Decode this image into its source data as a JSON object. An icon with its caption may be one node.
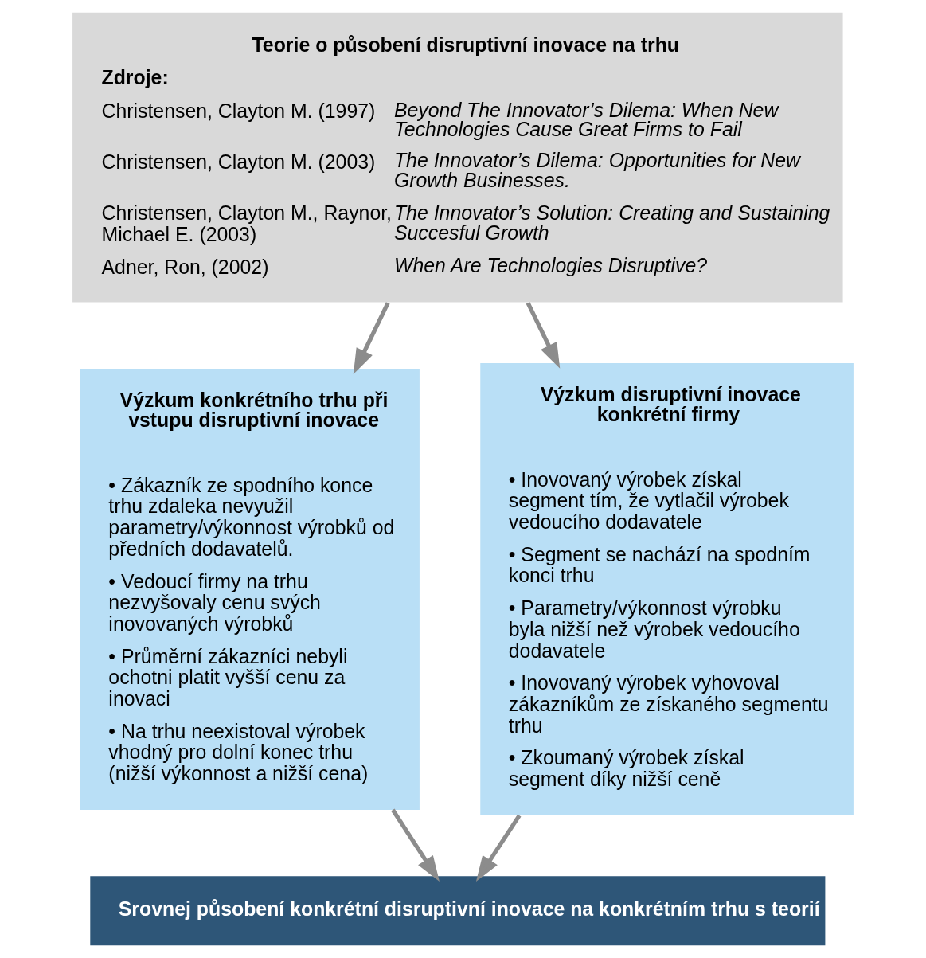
{
  "diagram": {
    "nodes": [
      {
        "text": [
          "Teorie o působení disruptivní inovace na trhu",
          "Zdroje:",
          "Christensen, Clayton M. (1997)",
          "Beyond The Innovator’s Dilema: When New Technologies Cause Great Firms to Fail",
          "Christensen, Clayton M. (2003)",
          "The Innovator’s Dilema: Opportunities for New Growth Businesses.",
          "Christensen, Clayton M., Raynor, Michael E. (2003)",
          "The Innovator’s Solution: Creating and Sustaining Succesful Growth",
          "Adner, Ron, (2002)",
          "When Are Technologies Disruptive?"
        ]
      },
      {
        "text": [
          "Výzkum konkrétního trhu při vstupu disruptivní inovace",
          "• Zákazník ze spodního konce trhu zdaleka nevyužil parametry/výkonnost výrobků od předních dodavatelů.",
          "• Vedoucí firmy na trhu nezvyšovaly cenu svých inovovaných výrobků",
          "• Průměrní zákazníci nebyli ochotni platit vyšší cenu za inovaci",
          "• Na trhu neexistoval výrobek vhodný pro dolní konec trhu (nižší výkonnost a nižší cena)"
        ]
      },
      {
        "text": [
          "Výzkum disruptivní inovace konkrétní firmy",
          "• Inovovaný výrobek získal segment tím, že vytlačil výrobek vedoucího dodavatele",
          "• Segment se nachází na spodním konci trhu",
          "• Parametry/výkonnost výrobku byla nižší než výrobek vedoucího dodavatele",
          "• Inovovaný výrobek vyhovoval zákazníkům ze získaného segmentu trhu",
          "• Zkoumaný výrobek získal segment díky nižší ceně"
        ]
      },
      {
        "text": [
          "Srovnej působení konkrétní disruptivní inovace na konkrétním trhu s teorií"
        ]
      }
    ],
    "edges": [
      {
        "from": 0,
        "to": 1,
        "arrow": "to"
      },
      {
        "from": 0,
        "to": 2,
        "arrow": "to"
      },
      {
        "from": 1,
        "to": 3,
        "arrow": "to"
      },
      {
        "from": 2,
        "to": 3,
        "arrow": "to"
      }
    ]
  }
}
